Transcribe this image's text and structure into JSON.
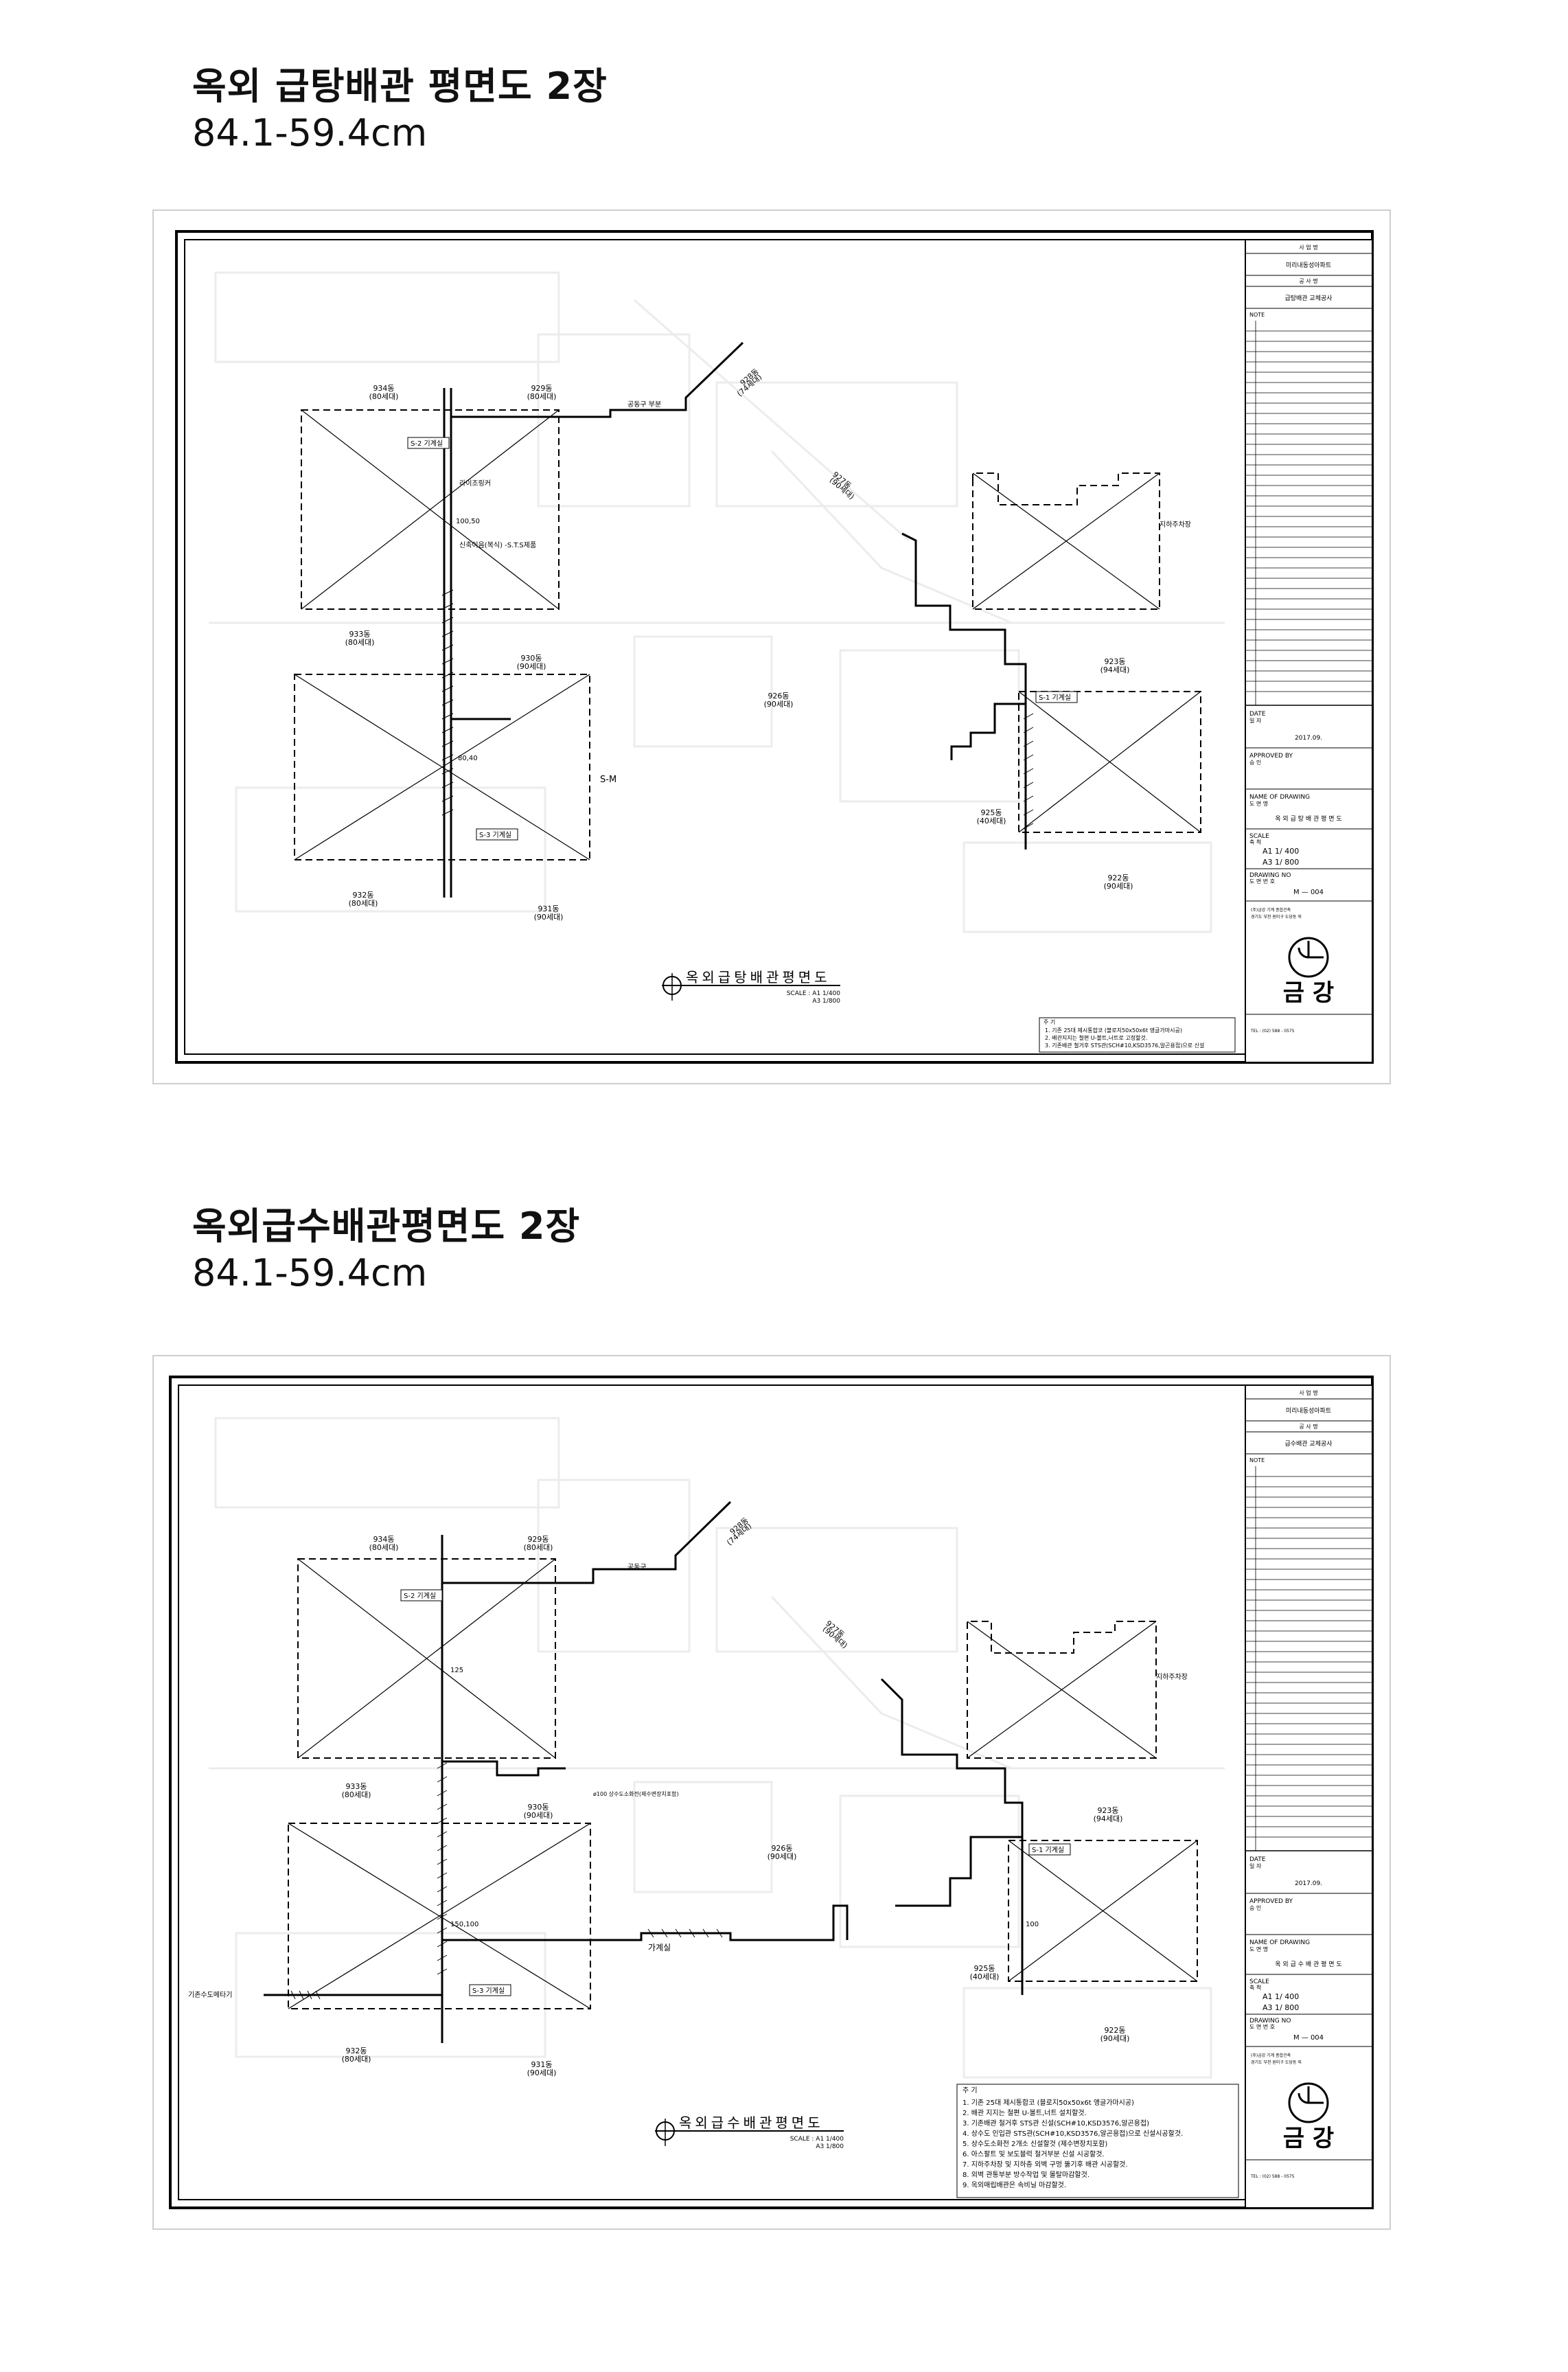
{
  "sheet1": {
    "heading_title": "옥외 급탕배관 평면도 2장",
    "heading_size": "84.1-59.4cm",
    "drawing_title": "옥외급탕배관평면도",
    "scale_line1": "SCALE : A1 1/400",
    "scale_line2": "A3 1/800",
    "titleblock": {
      "project_label": "사 업 명",
      "project_name": "미리내동성아파트",
      "work_label": "공 사 명",
      "work_name": "급탕배관 교체공사",
      "note_label": "NOTE",
      "date_label": "DATE",
      "date_sub": "일 자",
      "date": "2017.09.",
      "approved_label": "APPROVED BY",
      "approved_sub": "승 인",
      "name_label": "NAME OF DRAWING",
      "name_sub": "도 면 명",
      "drawing_name": "옥 외 급 탕 배 관 평 면 도",
      "scale_label": "SCALE",
      "scale_sub": "축 척",
      "a1": "A1  1/ 400",
      "a3": "A3  1/ 800",
      "drawing_no_label": "DRAWING NO",
      "drawing_no_sub": "도 면 번 호",
      "drawing_no": "M  —  004",
      "company_line1": "(주)금강 기계 종합건축",
      "company_line2": "경기도 부천 원미구 도당동 외",
      "company": "금 강",
      "tel": "TEL : (02) 588 - 0575"
    },
    "notes_title": "주 기",
    "notes": [
      "1. 기존 25대 제시통합코 (블로지50x50x6t 앵글가마시공)",
      "2. 배관지지는 철편 U-볼트,너트로 고정할것.",
      "3. 기존배관 철거후 STS관(SCH#10,KSD3576,알곤용접)으로 신설"
    ],
    "buildings": [
      {
        "label": "934동",
        "sub": "(80세대)"
      },
      {
        "label": "929동",
        "sub": "(80세대)"
      },
      {
        "label": "928동",
        "sub": "(74세대)"
      },
      {
        "label": "927동",
        "sub": "(90세대)"
      },
      {
        "label": "933동",
        "sub": "(80세대)"
      },
      {
        "label": "930동",
        "sub": "(90세대)"
      },
      {
        "label": "926동",
        "sub": "(90세대)"
      },
      {
        "label": "923동",
        "sub": "(94세대)"
      },
      {
        "label": "925동",
        "sub": "(40세대)"
      },
      {
        "label": "932동",
        "sub": "(80세대)"
      },
      {
        "label": "931동",
        "sub": "(90세대)"
      },
      {
        "label": "922동",
        "sub": "(90세대)"
      }
    ],
    "pipe_labels": [
      "S-2 기계실",
      "S-3 기계실",
      "S-1 기계실",
      "S-M",
      "공동구 부분",
      "지하주차장",
      "라이조링커",
      "100,50",
      "80,40",
      "신축이음(복식) -S.T.S제품"
    ]
  },
  "sheet2": {
    "heading_title": "옥외급수배관평면도 2장",
    "heading_size": "84.1-59.4cm",
    "drawing_title": "옥외급수배관평면도",
    "scale_line1": "SCALE : A1 1/400",
    "scale_line2": "A3 1/800",
    "titleblock": {
      "project_label": "사 업 명",
      "project_name": "미리내동성아파트",
      "work_label": "공 사 명",
      "work_name": "급수배관 교체공사",
      "note_label": "NOTE",
      "date_label": "DATE",
      "date_sub": "일 자",
      "date": "2017.09.",
      "approved_label": "APPROVED BY",
      "approved_sub": "승 인",
      "name_label": "NAME OF DRAWING",
      "name_sub": "도 면 명",
      "drawing_name": "옥 외 급 수 배 관 평 면 도",
      "scale_label": "SCALE",
      "scale_sub": "축 척",
      "a1": "A1  1/ 400",
      "a3": "A3  1/ 800",
      "drawing_no_label": "DRAWING NO",
      "drawing_no_sub": "도 면 번 호",
      "drawing_no": "M  —  004",
      "company_line1": "(주)금강 기계 종합건축",
      "company_line2": "경기도 부천 원미구 도당동 외",
      "company": "금 강",
      "tel": "TEL : (02) 588 - 0575"
    },
    "notes_title": "주 기",
    "notes": [
      "1. 기존 25대 제시통합코 (블로지50x50x6t 앵글가마시공)",
      "2. 배관 지지는 철편 U-볼트,너트 설치할것.",
      "3. 기존배관 철거후 STS관 신설(SCH#10,KSD3576,알곤용접)",
      "4. 상수도 인입관 STS관(SCH#10,KSD3576,알곤용접)으로 신설시공할것.",
      "5. 상수도소화전 2개소 신설할것 (제수변장치포함)",
      "6. 아스팔트 및 보도블럭 철거부분 신설 시공할것.",
      "7. 지하주차장 및 지하층 외벽 구멍 뚫기후 배관 시공할것.",
      "8. 외벽 관통부분 방수작업 및 몰탈마감할것.",
      "9. 옥외매립배관은 속비닐 마감할것."
    ],
    "buildings": [
      {
        "label": "934동",
        "sub": "(80세대)"
      },
      {
        "label": "929동",
        "sub": "(80세대)"
      },
      {
        "label": "928동",
        "sub": "(74세대)"
      },
      {
        "label": "927동",
        "sub": "(90세대)"
      },
      {
        "label": "933동",
        "sub": "(80세대)"
      },
      {
        "label": "930동",
        "sub": "(90세대)"
      },
      {
        "label": "926동",
        "sub": "(90세대)"
      },
      {
        "label": "923동",
        "sub": "(94세대)"
      },
      {
        "label": "925동",
        "sub": "(40세대)"
      },
      {
        "label": "932동",
        "sub": "(80세대)"
      },
      {
        "label": "931동",
        "sub": "(90세대)"
      },
      {
        "label": "922동",
        "sub": "(90세대)"
      }
    ],
    "pipe_labels": [
      "S-2 기계실",
      "S-3 기계실",
      "S-1 기계실",
      "가계실",
      "공동구",
      "지하주차장",
      "125",
      "150,100",
      "100",
      "기존수도메타기",
      "ø100 상수도소화전(제수변장치포함)"
    ]
  }
}
